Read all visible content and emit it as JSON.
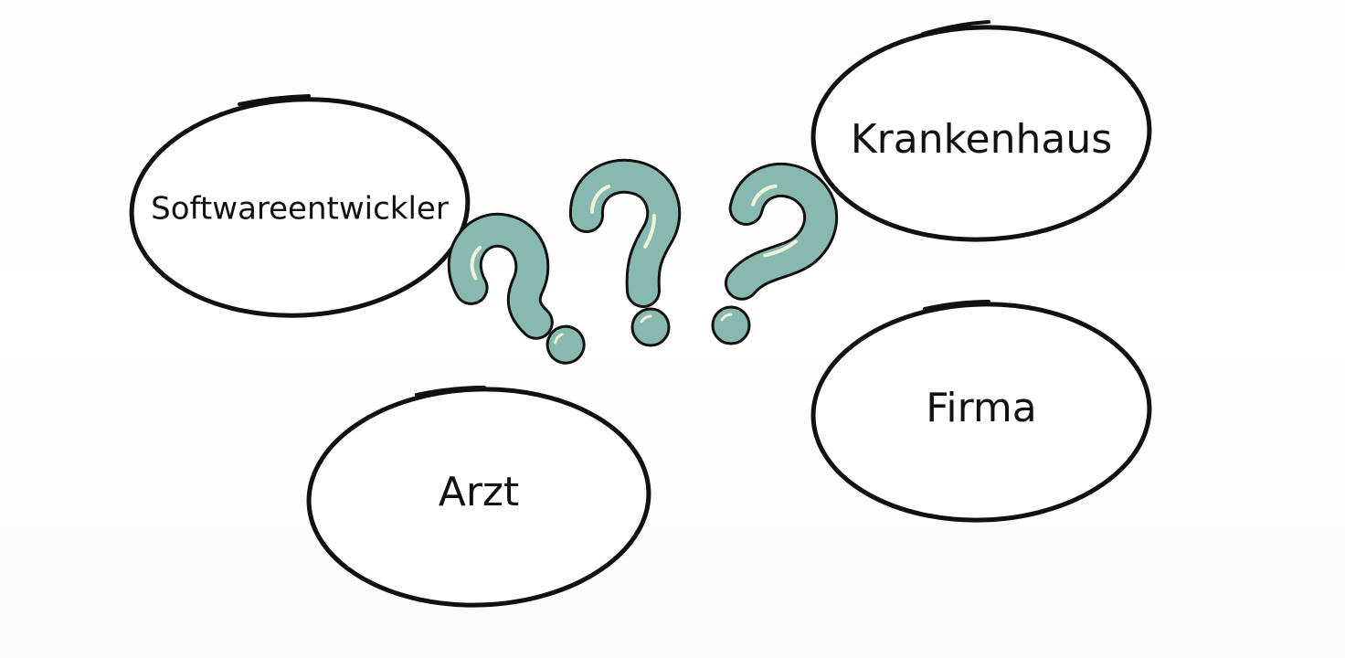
{
  "bubbles": {
    "softwareentwickler": "Softwareentwickler",
    "krankenhaus": "Krankenhaus",
    "arzt": "Arzt",
    "firma": "Firma"
  },
  "colors": {
    "outline": "#111111",
    "question_fill": "#87b9b1",
    "question_highlight": "#eef3d8",
    "background": "#ffffff"
  },
  "icons": [
    "question-mark-icon",
    "question-mark-icon",
    "question-mark-icon"
  ]
}
